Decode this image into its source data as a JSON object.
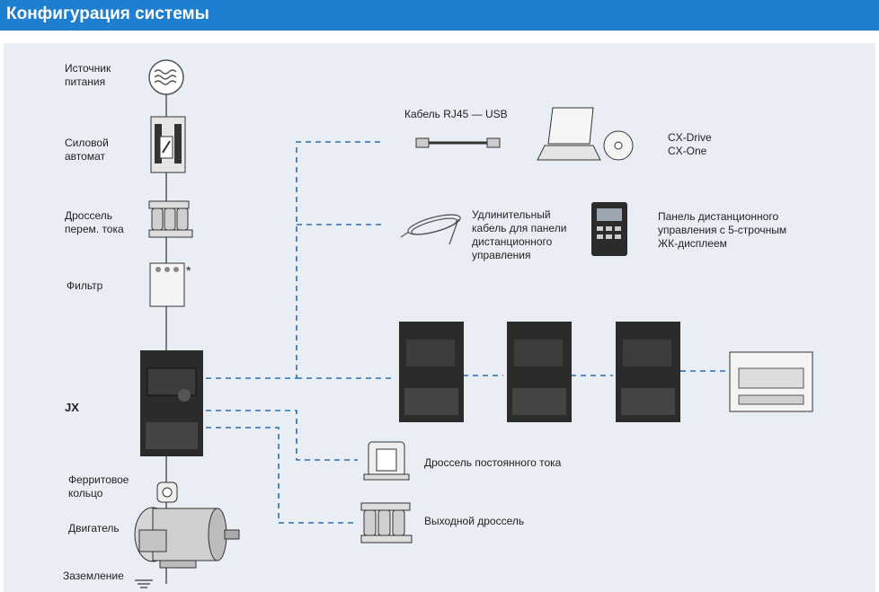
{
  "header": {
    "title": "Конфигурация системы"
  },
  "left_labels": {
    "power_source": [
      "Источник",
      "питания"
    ],
    "breaker": [
      "Силовой",
      "автомат"
    ],
    "ac_reactor": [
      "Дроссель",
      "перем. тока"
    ],
    "filter": "Фильтр",
    "filter_note": "*",
    "jx": "JX",
    "ferrite": [
      "Ферритовое",
      "кольцо"
    ],
    "motor": "Двигатель",
    "ground": "Заземление"
  },
  "right_labels": {
    "usb_cable": "Кабель RJ45 — USB",
    "software": [
      "CX-Drive",
      "CX-One"
    ],
    "ext_cable": [
      "Удлинительный",
      "кабель для панели",
      "дистанционного",
      "управления"
    ],
    "remote_panel": [
      "Панель дистанционного",
      "управления с 5-строчным",
      "ЖК-дисплеем"
    ],
    "dc_reactor": "Дроссель постоянного тока",
    "output_reactor": "Выходной дроссель"
  },
  "colors": {
    "accent": "#1e7fd0",
    "panel_bg": "#e8eef4",
    "dash": "#2a6fb0",
    "device": "#2b2b2b"
  }
}
